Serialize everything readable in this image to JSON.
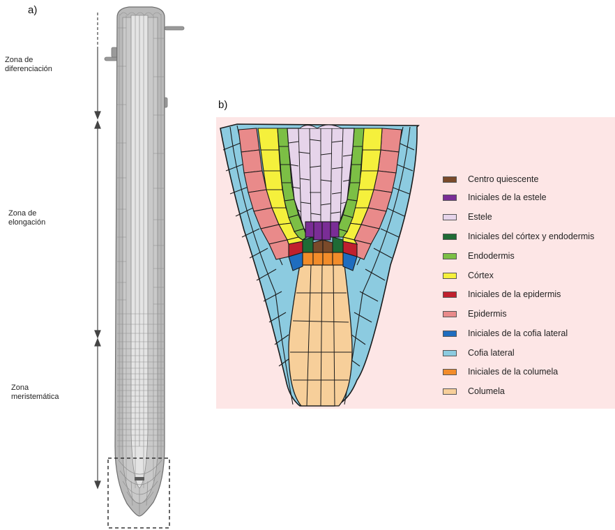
{
  "panel_a": {
    "label": "a)",
    "zones": [
      {
        "label": "Zona de\ndiferenciación"
      },
      {
        "label": "Zona de\nelongación"
      },
      {
        "label": "Zona\nmeristemática"
      }
    ]
  },
  "panel_b": {
    "label": "b)",
    "legend": [
      {
        "label": "Centro quiescente",
        "color": "#7a4a2a"
      },
      {
        "label": "Iniciales de la estele",
        "color": "#7a2d96"
      },
      {
        "label": "Estele",
        "color": "#e6d4ea"
      },
      {
        "label": "Iniciales del córtex y endodermis",
        "color": "#1f6b35"
      },
      {
        "label": "Endodermis",
        "color": "#7cbf45"
      },
      {
        "label": "Córtex",
        "color": "#f5f03c"
      },
      {
        "label": "Iniciales de la epidermis",
        "color": "#c0202e"
      },
      {
        "label": "Epidermis",
        "color": "#e98a8a"
      },
      {
        "label": "Iniciales de la cofia lateral",
        "color": "#1f6dbf"
      },
      {
        "label": "Cofia lateral",
        "color": "#8ccbe0"
      },
      {
        "label": "Iniciales de la columela",
        "color": "#f28c2a"
      },
      {
        "label": "Columela",
        "color": "#f7cf9a"
      }
    ]
  }
}
